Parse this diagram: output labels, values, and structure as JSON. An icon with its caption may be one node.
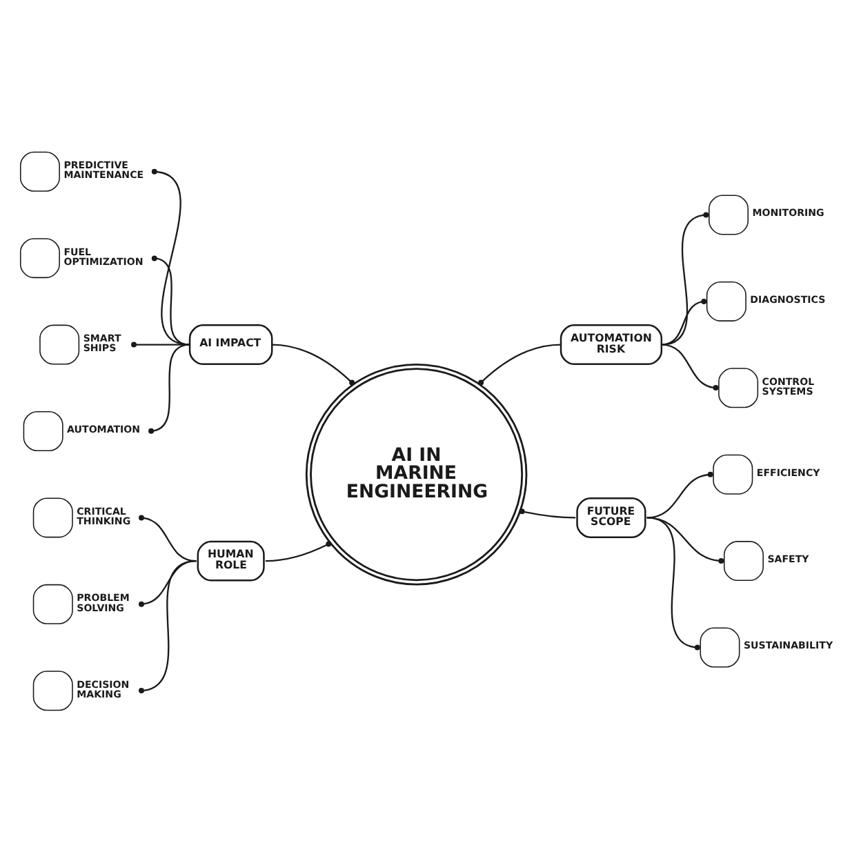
{
  "diagram": {
    "nodes": [
      {
        "text": [
          "AI IN MARINE ENGINEERING"
        ]
      },
      {
        "text": [
          "AI IMPACT"
        ]
      },
      {
        "text": [
          "PREDICTIVE MAINTENANCE"
        ]
      },
      {
        "text": [
          "FUEL OPTIMIZATION"
        ]
      },
      {
        "text": [
          "SMART SHIPS"
        ]
      },
      {
        "text": [
          "AUTOMATION"
        ]
      },
      {
        "text": [
          "AUTOMATION RISK"
        ]
      },
      {
        "text": [
          "MONITORING"
        ]
      },
      {
        "text": [
          "DIAGNOSTICS"
        ]
      },
      {
        "text": [
          "CONTROL SYSTEMS"
        ]
      },
      {
        "text": [
          "HUMAN ROLE"
        ]
      },
      {
        "text": [
          "CRITICAL THINKING"
        ]
      },
      {
        "text": [
          "PROBLEM SOLVING"
        ]
      },
      {
        "text": [
          "DECISION MAKING"
        ]
      },
      {
        "text": [
          "FUTURE SCOPE"
        ]
      },
      {
        "text": [
          "EFFICIENCY"
        ]
      },
      {
        "text": [
          "SAFETY"
        ]
      },
      {
        "text": [
          "SUSTAINABILITY"
        ]
      }
    ],
    "edges": [
      {
        "from": 2,
        "to": 1,
        "arrow": "other"
      },
      {
        "from": 3,
        "to": 1,
        "arrow": "other"
      },
      {
        "from": 4,
        "to": 1,
        "arrow": "other"
      },
      {
        "from": 5,
        "to": 1,
        "arrow": "other"
      },
      {
        "from": 1,
        "to": 0,
        "arrow": "other"
      },
      {
        "from": 0,
        "to": 6,
        "arrow": "other"
      },
      {
        "from": 6,
        "to": 7,
        "arrow": "other"
      },
      {
        "from": 6,
        "to": 8,
        "arrow": "other"
      },
      {
        "from": 6,
        "to": 9,
        "arrow": "other"
      },
      {
        "from": 11,
        "to": 10,
        "arrow": "other"
      },
      {
        "from": 12,
        "to": 10,
        "arrow": "other"
      },
      {
        "from": 13,
        "to": 10,
        "arrow": "other"
      },
      {
        "from": 10,
        "to": 0,
        "arrow": "other"
      },
      {
        "from": 0,
        "to": 14,
        "arrow": "other"
      },
      {
        "from": 14,
        "to": 15,
        "arrow": "other"
      },
      {
        "from": 14,
        "to": 16,
        "arrow": "other"
      },
      {
        "from": 14,
        "to": 17,
        "arrow": "other"
      }
    ]
  }
}
